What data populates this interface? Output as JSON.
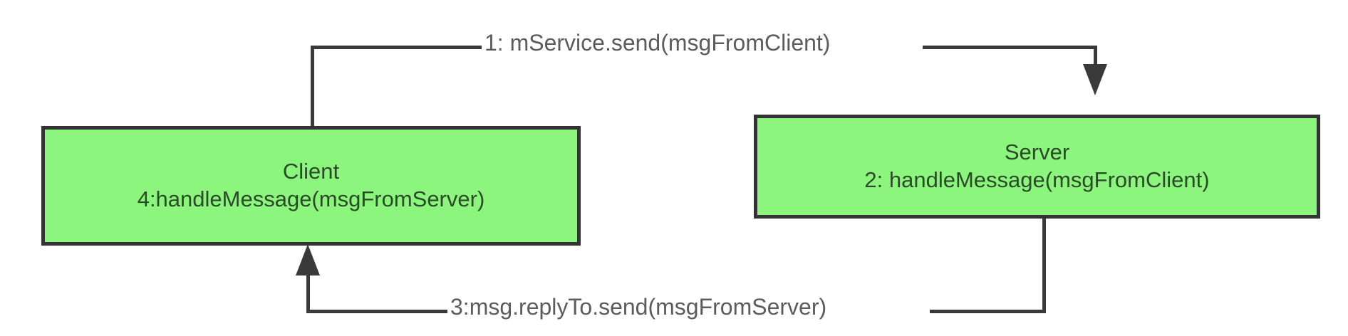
{
  "diagram": {
    "type": "sequence-flow",
    "background_color": "#ffffff",
    "node_fill_color": "#8CF57E",
    "node_border_color": "#333333",
    "edge_color": "#3a3a3a",
    "edge_label_color": "#5c5c5c",
    "nodes": [
      {
        "id": "client",
        "title": "Client",
        "subtitle": "4:handleMessage(msgFromServer)"
      },
      {
        "id": "server",
        "title": "Server",
        "subtitle": "2: handleMessage(msgFromClient)"
      }
    ],
    "edges": [
      {
        "id": "client-to-server",
        "label": "1: mService.send(msgFromClient)",
        "from": "client",
        "to": "server",
        "arrow": "down-arrowhead"
      },
      {
        "id": "server-to-client",
        "label": "3:msg.replyTo.send(msgFromServer)",
        "from": "server",
        "to": "client",
        "arrow": "up-arrowhead"
      }
    ]
  }
}
